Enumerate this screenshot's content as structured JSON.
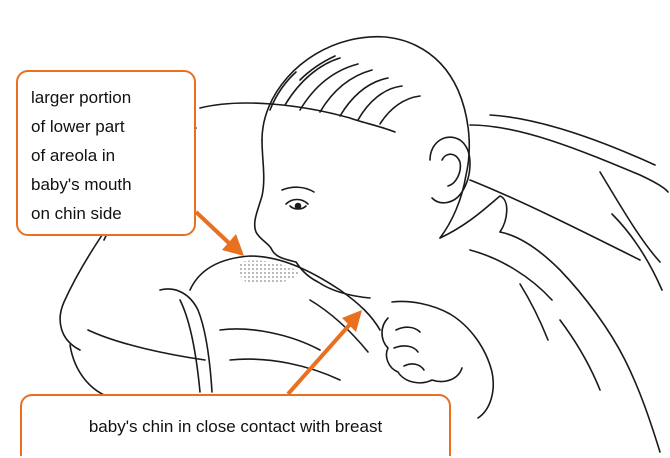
{
  "callouts": {
    "areola": {
      "lines": [
        "larger portion",
        "of lower part",
        "of areola in",
        "baby's mouth",
        "on chin side"
      ]
    },
    "chin": {
      "text": "baby's chin in close contact with breast"
    }
  },
  "colors": {
    "callout_border": "#e8701f",
    "arrow": "#e8701f",
    "line_art": "#1a1a1a",
    "areola_shading": "#9a9a9a"
  }
}
